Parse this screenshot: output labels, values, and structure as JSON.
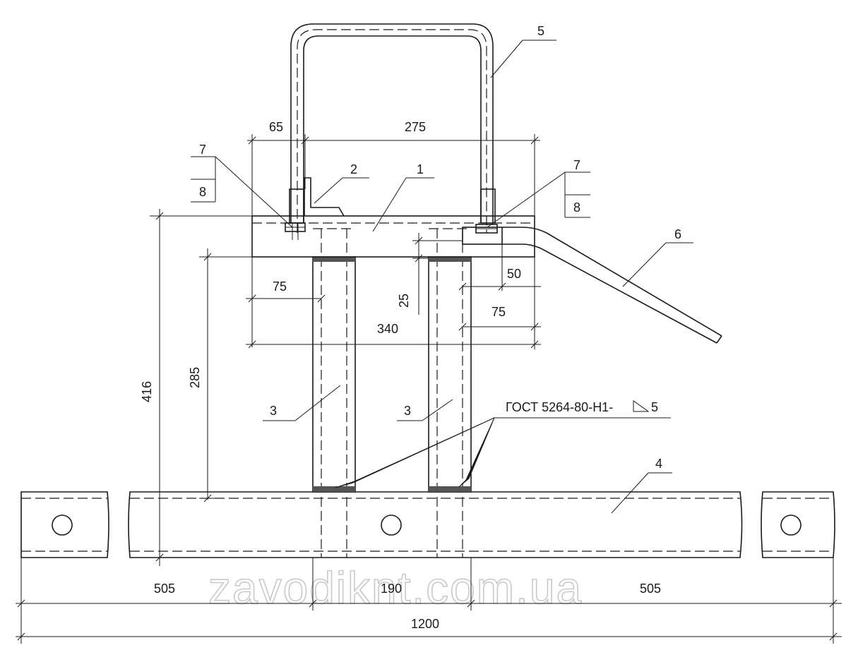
{
  "drawing": {
    "dimensions": {
      "d65": "65",
      "d275": "275",
      "d75_left": "75",
      "d25": "25",
      "d340": "340",
      "d50": "50",
      "d75_right": "75",
      "d416": "416",
      "d285": "285",
      "d505_left": "505",
      "d190": "190",
      "d505_right": "505",
      "d1200": "1200"
    },
    "callouts": {
      "c5": "5",
      "c7_left": "7",
      "c8_left": "8",
      "c2": "2",
      "c1": "1",
      "c7_right": "7",
      "c8_right": "8",
      "c6": "6",
      "c3_left": "3",
      "c3_right": "3",
      "c4": "4"
    },
    "weld_note": "ГОСТ 5264-80-Н1-",
    "weld_leg": "5",
    "watermark": "zavodiknt.com.ua"
  }
}
